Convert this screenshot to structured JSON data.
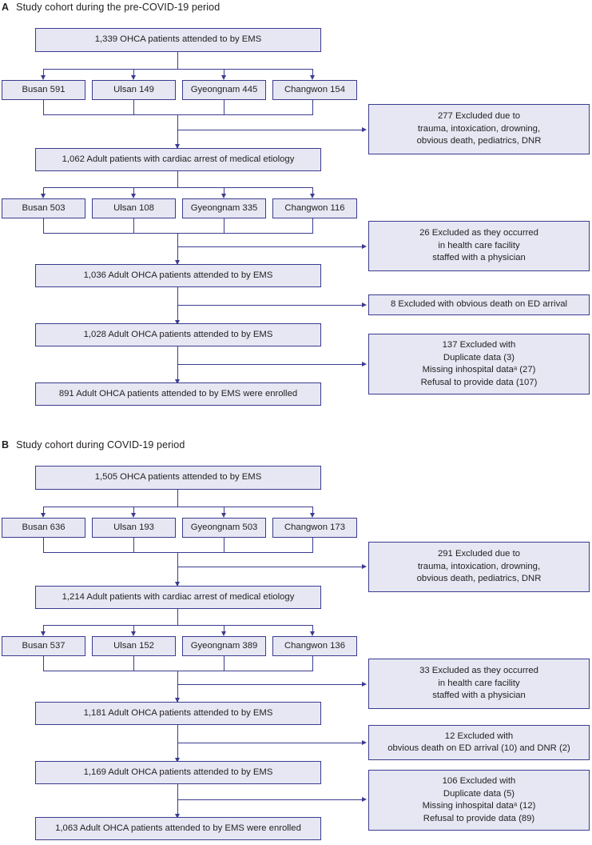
{
  "figure": {
    "type": "flowchart",
    "panels": [
      {
        "letter": "A",
        "title": "Study cohort during the pre-COVID-19 period",
        "top_box": "1,339 OHCA patients attended to by EMS",
        "regions_1": [
          "Busan 591",
          "Ulsan 149",
          "Gyeongnam 445",
          "Changwon 154"
        ],
        "stage_2": "1,062 Adult patients with cardiac arrest of medical etiology",
        "regions_2": [
          "Busan 503",
          "Ulsan 108",
          "Gyeongnam 335",
          "Changwon 116"
        ],
        "stage_3": "1,036 Adult OHCA patients attended to by EMS",
        "stage_4": "1,028 Adult OHCA patients attended to by EMS",
        "stage_5": "891 Adult OHCA patients attended to by EMS were enrolled",
        "exclusion_1": [
          "277 Excluded due to",
          "trauma, intoxication, drowning,",
          "obvious death, pediatrics, DNR"
        ],
        "exclusion_2": [
          "26 Excluded as they occurred",
          "in health care facility",
          "staffed with a physician"
        ],
        "exclusion_3": [
          "8 Excluded with obvious death on ED arrival"
        ],
        "exclusion_4": [
          "137 Excluded with",
          "Duplicate data (3)",
          "Missing inhospital dataᵃ (27)",
          "Refusal to provide data (107)"
        ]
      },
      {
        "letter": "B",
        "title": "Study cohort during COVID-19 period",
        "top_box": "1,505 OHCA patients attended to by EMS",
        "regions_1": [
          "Busan 636",
          "Ulsan 193",
          "Gyeongnam 503",
          "Changwon 173"
        ],
        "stage_2": "1,214 Adult patients with cardiac arrest of medical etiology",
        "regions_2": [
          "Busan 537",
          "Ulsan 152",
          "Gyeongnam 389",
          "Changwon 136"
        ],
        "stage_3": "1,181 Adult OHCA patients attended to by EMS",
        "stage_4": "1,169 Adult OHCA patients attended to by EMS",
        "stage_5": "1,063 Adult OHCA patients attended to by EMS were enrolled",
        "exclusion_1": [
          "291 Excluded due to",
          "trauma, intoxication, drowning,",
          "obvious death, pediatrics, DNR"
        ],
        "exclusion_2": [
          "33 Excluded as they occurred",
          "in health care facility",
          "staffed with a physician"
        ],
        "exclusion_3": [
          "12 Excluded with",
          "obvious death on ED arrival (10) and DNR (2)"
        ],
        "exclusion_4": [
          "106 Excluded with",
          "Duplicate data (5)",
          "Missing inhospital dataᵃ (12)",
          "Refusal to provide data (89)"
        ]
      }
    ]
  },
  "colors": {
    "box_fill": "#e6e7f3",
    "box_border": "#3b3b8f",
    "connector": "#3b3b8f",
    "text": "#231f20",
    "background": "#ffffff"
  }
}
